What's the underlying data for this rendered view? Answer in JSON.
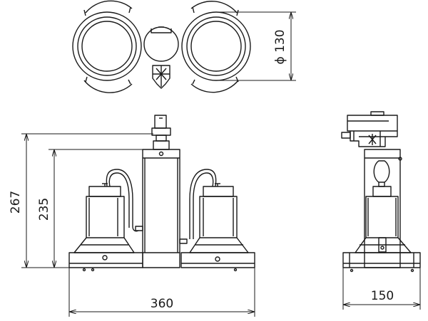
{
  "dimensions": {
    "diameter": "ϕ 130",
    "height_total": "267",
    "height_body": "235",
    "width_front": "360",
    "width_side": "150"
  },
  "colors": {
    "line": "#1a1a1a",
    "background": "#ffffff"
  }
}
